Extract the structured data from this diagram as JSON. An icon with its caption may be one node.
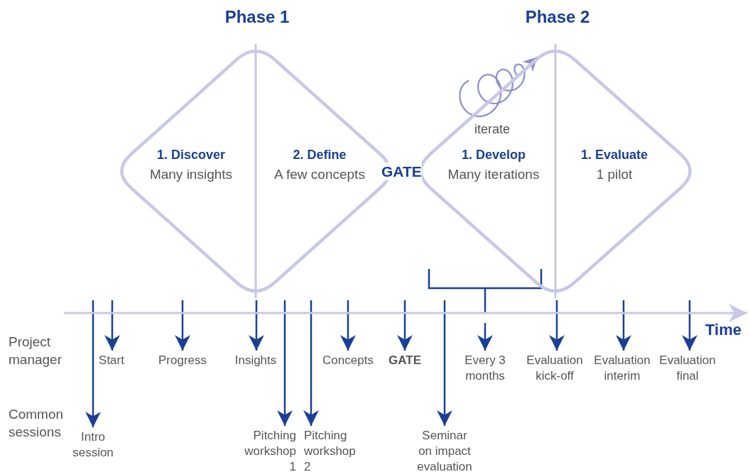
{
  "diagram": {
    "nodes": [
      {
        "text": [
          "Phase 1"
        ]
      },
      {
        "text": [
          "1. Discover",
          "Many insights"
        ],
        "in": 0
      },
      {
        "text": [
          "2. Define",
          "A few concepts"
        ],
        "in": 0
      },
      {
        "text": [
          "Phase 2"
        ]
      },
      {
        "text": [
          "1. Develop",
          "Many iterations"
        ],
        "in": 3
      },
      {
        "text": [
          "1. Evaluate",
          "1 pilot"
        ],
        "in": 3
      },
      {
        "text": [
          "Start"
        ]
      },
      {
        "text": [
          "Progress"
        ]
      },
      {
        "text": [
          "Insights"
        ]
      },
      {
        "text": [
          "Concepts"
        ]
      },
      {
        "text": [
          "GATE"
        ]
      },
      {
        "text": [
          "Every 3 months"
        ]
      },
      {
        "text": [
          "Evaluation kick-off"
        ]
      },
      {
        "text": [
          "Evaluation interim"
        ]
      },
      {
        "text": [
          "Evaluation final"
        ]
      },
      {
        "text": [
          "Intro session"
        ]
      },
      {
        "text": [
          "Pitching workshop 1"
        ]
      },
      {
        "text": [
          "Pitching workshop 2"
        ]
      },
      {
        "text": [
          "Seminar on impact evaluation"
        ]
      },
      {
        "text": [],
        "shape": "line"
      }
    ],
    "edges": [
      {
        "from": 19,
        "to": 6,
        "arrow": "to"
      },
      {
        "from": 19,
        "to": 7,
        "arrow": "to"
      },
      {
        "from": 19,
        "to": 8,
        "arrow": "to"
      },
      {
        "from": 19,
        "to": 9,
        "arrow": "to"
      },
      {
        "from": 19,
        "to": 10,
        "arrow": "to"
      },
      {
        "from": 19,
        "to": 11,
        "arrow": "to"
      },
      {
        "from": 19,
        "to": 12,
        "arrow": "to"
      },
      {
        "from": 19,
        "to": 13,
        "arrow": "to"
      },
      {
        "from": 19,
        "to": 14,
        "arrow": "to"
      },
      {
        "from": 19,
        "to": 15,
        "arrow": "to"
      },
      {
        "from": 19,
        "to": 16,
        "arrow": "to"
      },
      {
        "from": 19,
        "to": 17,
        "arrow": "to"
      },
      {
        "from": 19,
        "to": 18,
        "arrow": "to"
      }
    ],
    "labels": [
      "GATE",
      "iterate",
      "Project manager",
      "Common sessions",
      "Time"
    ]
  }
}
